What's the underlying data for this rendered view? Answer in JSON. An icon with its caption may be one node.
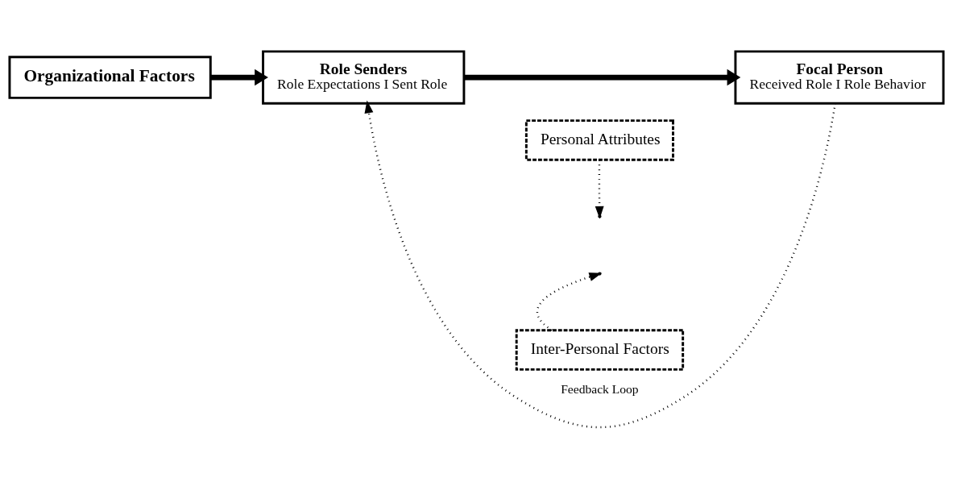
{
  "diagram": {
    "nodes": [
      {
        "text": [
          "Organizational Factors"
        ]
      },
      {
        "text": [
          "Role Senders",
          "Role Expectations I Sent Role"
        ]
      },
      {
        "text": [
          "Focal Person",
          "Received Role I Role Behavior"
        ]
      },
      {
        "text": [
          "Personal Attributes"
        ]
      },
      {
        "text": [
          "Inter-Personal Factors"
        ]
      }
    ],
    "edges": [
      {
        "from": 0,
        "to": 1,
        "arrow": "to",
        "style": "thick"
      },
      {
        "from": 1,
        "to": 2,
        "arrow": "to",
        "style": "thick"
      },
      {
        "from": 3,
        "to": null,
        "arrow": "to",
        "style": "dashed"
      },
      {
        "from": 4,
        "to": null,
        "arrow": "to",
        "style": "dashed"
      },
      {
        "from": 2,
        "to": 1,
        "arrow": "to",
        "style": "dashed",
        "label": "Feedback Loop"
      }
    ]
  }
}
